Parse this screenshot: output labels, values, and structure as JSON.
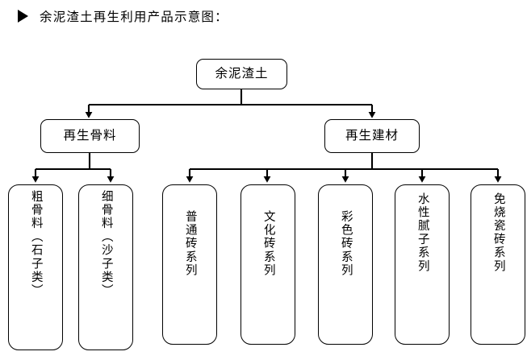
{
  "header": {
    "bullet_icon": "triangle-right-icon",
    "text": "余泥渣土再生利用产品示意图："
  },
  "diagram": {
    "type": "flowchart-tree",
    "orientation": "top-down",
    "line_color": "#000000",
    "box_fill": "#ffffff",
    "box_border": "#000000",
    "root": {
      "id": "root",
      "label": "余泥渣土",
      "text_direction": "horizontal"
    },
    "level2": [
      {
        "id": "recycled-aggregate",
        "label": "再生骨料",
        "text_direction": "horizontal"
      },
      {
        "id": "recycled-building-material",
        "label": "再生建材",
        "text_direction": "horizontal"
      }
    ],
    "leaves": [
      {
        "id": "coarse-aggregate",
        "label": "粗骨料（石子类）",
        "parent": "recycled-aggregate",
        "text_direction": "vertical"
      },
      {
        "id": "fine-aggregate",
        "label": "细骨料（沙子类）",
        "parent": "recycled-aggregate",
        "text_direction": "vertical"
      },
      {
        "id": "ordinary-brick-series",
        "label": "普通砖系列",
        "parent": "recycled-building-material",
        "text_direction": "vertical"
      },
      {
        "id": "culture-brick-series",
        "label": "文化砖系列",
        "parent": "recycled-building-material",
        "text_direction": "vertical"
      },
      {
        "id": "color-brick-series",
        "label": "彩色砖系列",
        "parent": "recycled-building-material",
        "text_direction": "vertical"
      },
      {
        "id": "water-based-putty-series",
        "label": "水性腻子系列",
        "parent": "recycled-building-material",
        "text_direction": "vertical"
      },
      {
        "id": "unfired-ceramic-tile-series",
        "label": "免烧瓷砖系列",
        "parent": "recycled-building-material",
        "text_direction": "vertical"
      }
    ]
  }
}
